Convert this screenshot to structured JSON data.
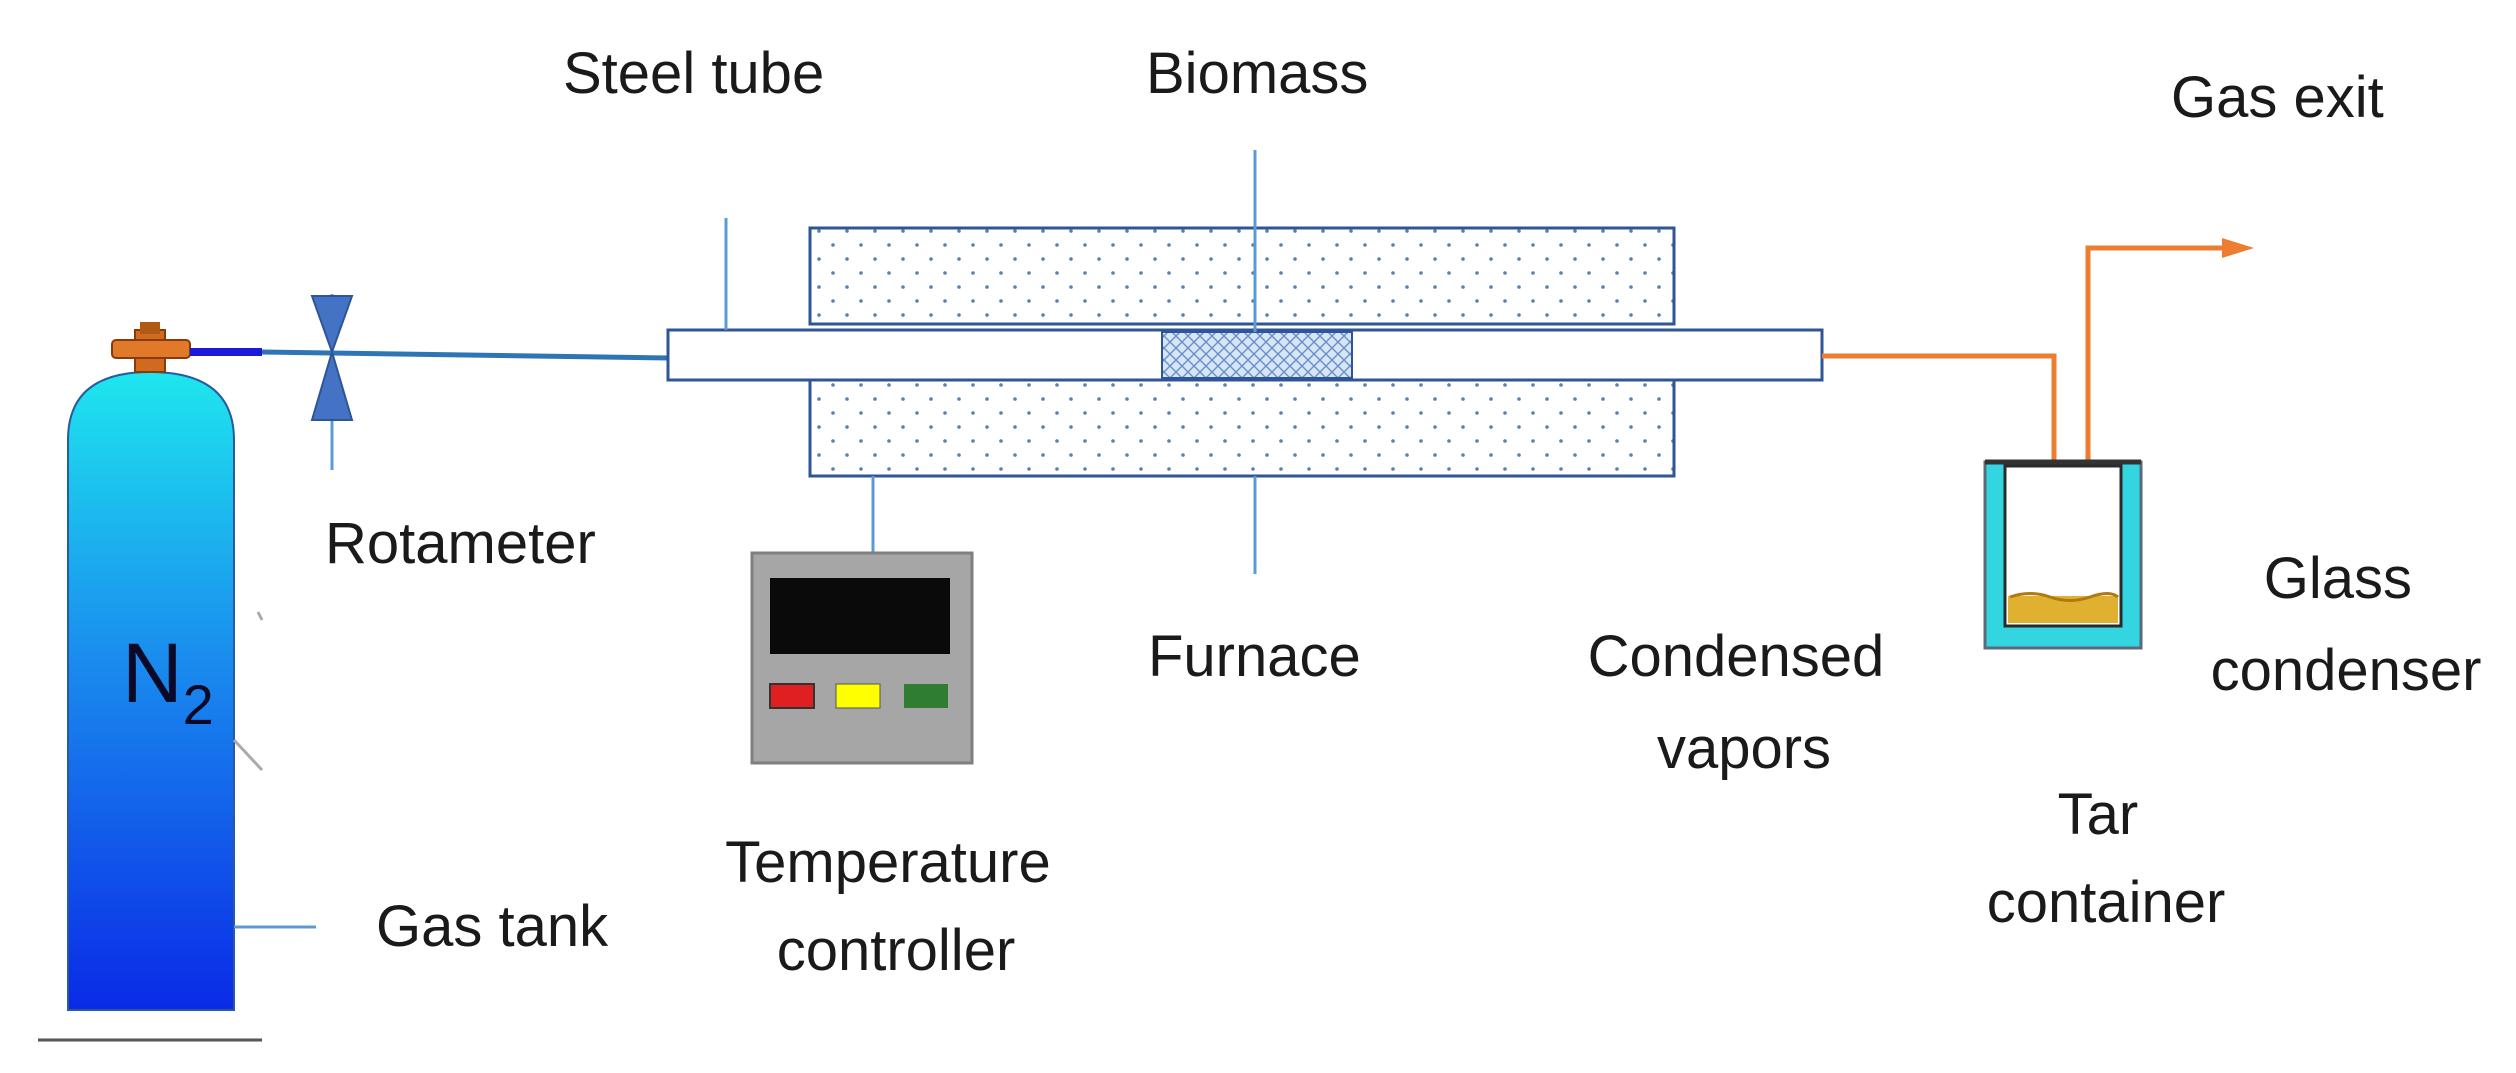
{
  "labels": {
    "steel_tube": "Steel tube",
    "biomass": "Biomass",
    "gas_exit": "Gas exit",
    "rotameter": "Rotameter",
    "furnace": "Furnace",
    "condensed_line1": "Condensed",
    "condensed_line2": "vapors",
    "glass_line1": "Glass",
    "glass_line2": "condenser",
    "temp_line1": "Temperature",
    "temp_line2": "controller",
    "tar_line1": "Tar",
    "tar_line2": "container",
    "gas_tank": "Gas tank",
    "n2_main": "N",
    "n2_sub": "2"
  },
  "colors": {
    "tank_top": "#1ee6ee",
    "tank_bottom": "#0a2ae6",
    "leader_line": "#5b9bd5",
    "outlet_pipe": "#ed7d31",
    "furnace_border": "#2f5597",
    "controller_body": "#a6a6a6",
    "display": "#0a0a0a",
    "button_red": "#e02020",
    "button_yellow": "#ffff00",
    "button_green": "#2e7d32",
    "condenser_jacket": "#33d6e0",
    "tar": "#e0b030"
  },
  "icons": {
    "cylinder_valve": "valve-icon",
    "rotameter": "rotameter-icon",
    "exit_arrow": "arrow-right-icon"
  }
}
